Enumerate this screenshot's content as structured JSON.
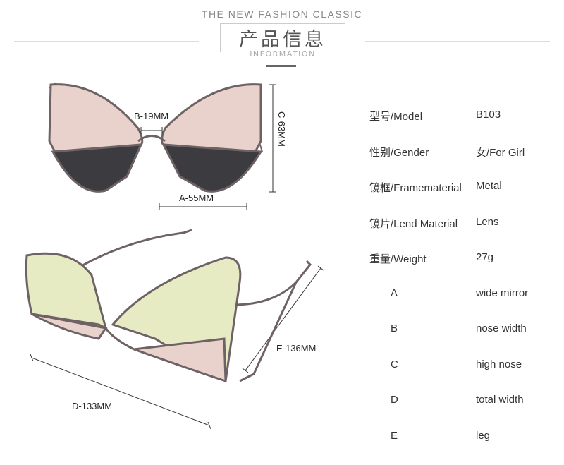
{
  "header": {
    "tagline": "THE NEW FASHION CLASSIC",
    "title_cn": "产品信息",
    "subtitle": "INFORMATION"
  },
  "dimensions": {
    "a": "A-55MM",
    "b": "B-19MM",
    "c": "C-63MM",
    "d": "D-133MM",
    "e": "E-136MM"
  },
  "specs": [
    {
      "label": "型号/Model",
      "value": "B103"
    },
    {
      "label": "性别/Gender",
      "value": "女/For Girl"
    },
    {
      "label": "镜框/Framematerial",
      "value": "Metal"
    },
    {
      "label": "镜片/Lend Material",
      "value": "Lens"
    },
    {
      "label": "重量/Weight",
      "value": "27g"
    },
    {
      "label": "A",
      "value": "wide mirror"
    },
    {
      "label": "B",
      "value": "nose width"
    },
    {
      "label": "C",
      "value": "high nose"
    },
    {
      "label": "D",
      "value": "total width"
    },
    {
      "label": "E",
      "value": "leg"
    }
  ],
  "colors": {
    "frame": "#6e6264",
    "lens_pink": "#e9d2cc",
    "lens_dark": "#3c3c40",
    "lens_green": "#e6ebc4"
  }
}
